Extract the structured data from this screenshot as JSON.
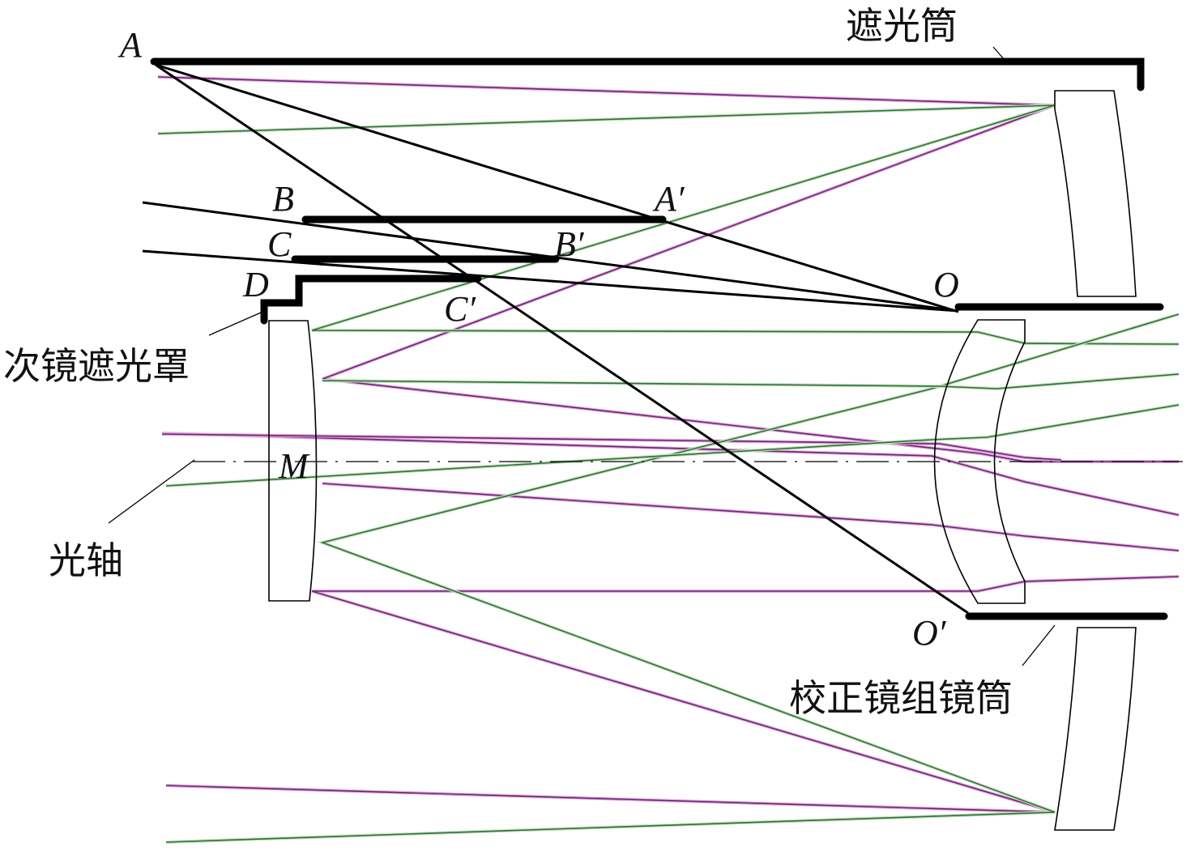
{
  "diagram": {
    "points": {
      "A": "A",
      "A_prime": "A′",
      "B": "B",
      "B_prime": "B′",
      "C": "C",
      "C_prime": "C′",
      "D": "D",
      "O": "O",
      "O_prime": "O′",
      "M": "M"
    },
    "labels": {
      "baffle_tube": "遮光筒",
      "secondary_baffle": "次镜遮光罩",
      "optical_axis": "光轴",
      "corrector_barrel": "校正镜组镜筒"
    },
    "colors": {
      "ray_a": "#6a2a6a",
      "ray_b": "#3a6a3a",
      "structure": "#000000"
    }
  }
}
